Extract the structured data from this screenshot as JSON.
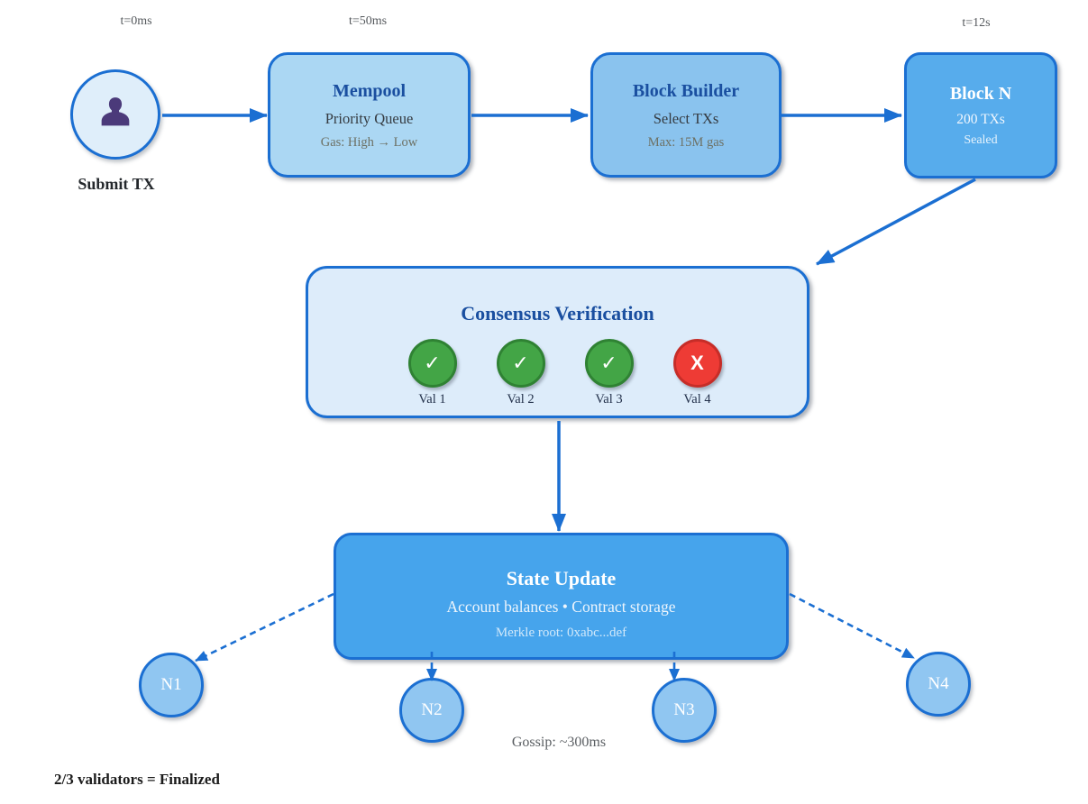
{
  "timeline": {
    "t0": "t=0ms",
    "t50": "t=50ms",
    "t12": "t=12s"
  },
  "actor": {
    "label": "Submit TX"
  },
  "nodes": {
    "mempool": {
      "title": "Mempool",
      "subtitle": "Priority Queue",
      "detail": "Gas: High → Low"
    },
    "block_builder": {
      "title": "Block Builder",
      "subtitle": "Select TXs",
      "detail": "Max: 15M gas"
    },
    "block_n": {
      "title": "Block N",
      "subtitle": "200 TXs",
      "detail": "Sealed"
    },
    "consensus": {
      "title": "Consensus Verification",
      "validators": [
        {
          "label": "Val 1",
          "glyph": "✓",
          "status": "approve"
        },
        {
          "label": "Val 2",
          "glyph": "✓",
          "status": "approve"
        },
        {
          "label": "Val 3",
          "glyph": "✓",
          "status": "approve"
        },
        {
          "label": "Val 4",
          "glyph": "X",
          "status": "reject"
        }
      ]
    },
    "state_update": {
      "title": "State Update",
      "subtitle": "Account balances • Contract storage",
      "detail": "Merkle root: 0xabc...def"
    },
    "peers": [
      {
        "label": "N1"
      },
      {
        "label": "N2"
      },
      {
        "label": "N3"
      },
      {
        "label": "N4"
      }
    ]
  },
  "notes": {
    "gossip": "Gossip: ~300ms",
    "finality": "2/3 validators = Finalized"
  },
  "colors": {
    "arrow_blue": "#1b6fd2",
    "title_navy": "#1a4fa0",
    "mempool_fill": "#abd7f3",
    "builder_fill": "#8ac3ee",
    "block_n_fill": "#57acec",
    "consensus_fill": "#ddecfa",
    "state_fill": "#46a4ec",
    "peer_fill": "#90c6f1",
    "validator_approve": "#43a546",
    "validator_reject": "#ee3b35",
    "actor_icon_purple": "#4b3a7a"
  }
}
